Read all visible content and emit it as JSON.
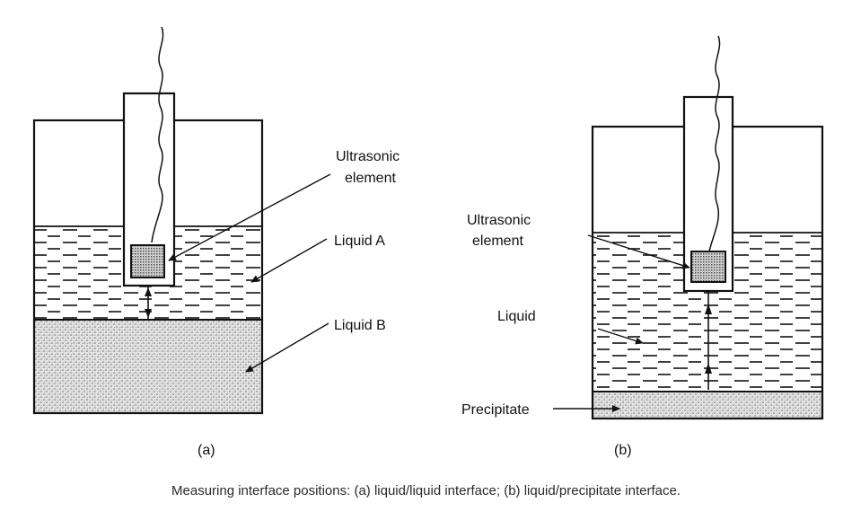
{
  "panel_a": {
    "label": "(a)",
    "annotations": {
      "element_line1": "Ultrasonic",
      "element_line2": "element",
      "liquid_a": "Liquid A",
      "liquid_b": "Liquid B"
    }
  },
  "panel_b": {
    "label": "(b)",
    "annotations": {
      "element_line1": "Ultrasonic",
      "element_line2": "element",
      "liquid": "Liquid",
      "precipitate": "Precipitate"
    }
  },
  "caption": "Measuring interface positions: (a) liquid/liquid interface; (b) liquid/precipitate interface.",
  "colors": {
    "ink": "#111111",
    "stipple": "#9a9a9a",
    "caption": "#2a2a2a"
  }
}
